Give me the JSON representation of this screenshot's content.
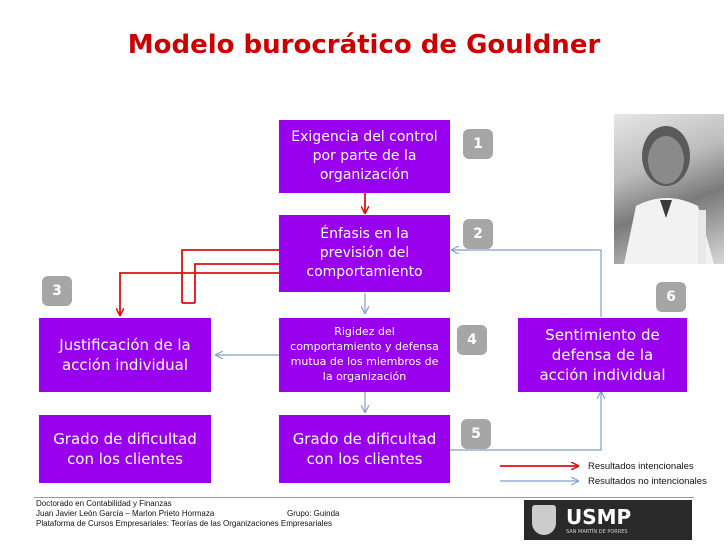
{
  "title": "Modelo burocrático de Gouldner",
  "boxes": {
    "exigencia": "Exigencia del control por parte de la organización",
    "enfasis": "Énfasis en la previsión del comportamiento",
    "justificacion": "Justificación de la acción individual",
    "rigidez": "Rigidez del comportamiento y defensa mutua de los miembros de la organización",
    "sentimiento": "Sentimiento de defensa de la acción individual",
    "grado_left": "Grado de dificultad con los clientes",
    "grado_center": "Grado de dificultad con los clientes"
  },
  "badges": [
    "1",
    "2",
    "3",
    "4",
    "5",
    "6"
  ],
  "legend": {
    "intencionales": "Resultados intencionales",
    "no_intencionales": "Resultados no intencionales"
  },
  "colors": {
    "title": "#cc0000",
    "box": "#9900ee",
    "intentional_arrow": "#e01010",
    "unintentional_arrow": "#7f9fcf",
    "badge": "#a6a6a6"
  },
  "footer": {
    "line1": "Doctorado en Contabilidad y Finanzas",
    "line2_authors": "Juan Javier León García – Marlon Prieto Hormaza",
    "line2_group": "Grupo: Guinda",
    "line3": "Plataforma de Cursos Empresariales: Teorías de las Organizaciones Empresariales"
  },
  "logo": {
    "text": "USMP",
    "subtext": "SAN MARTÍN DE PORRES"
  }
}
